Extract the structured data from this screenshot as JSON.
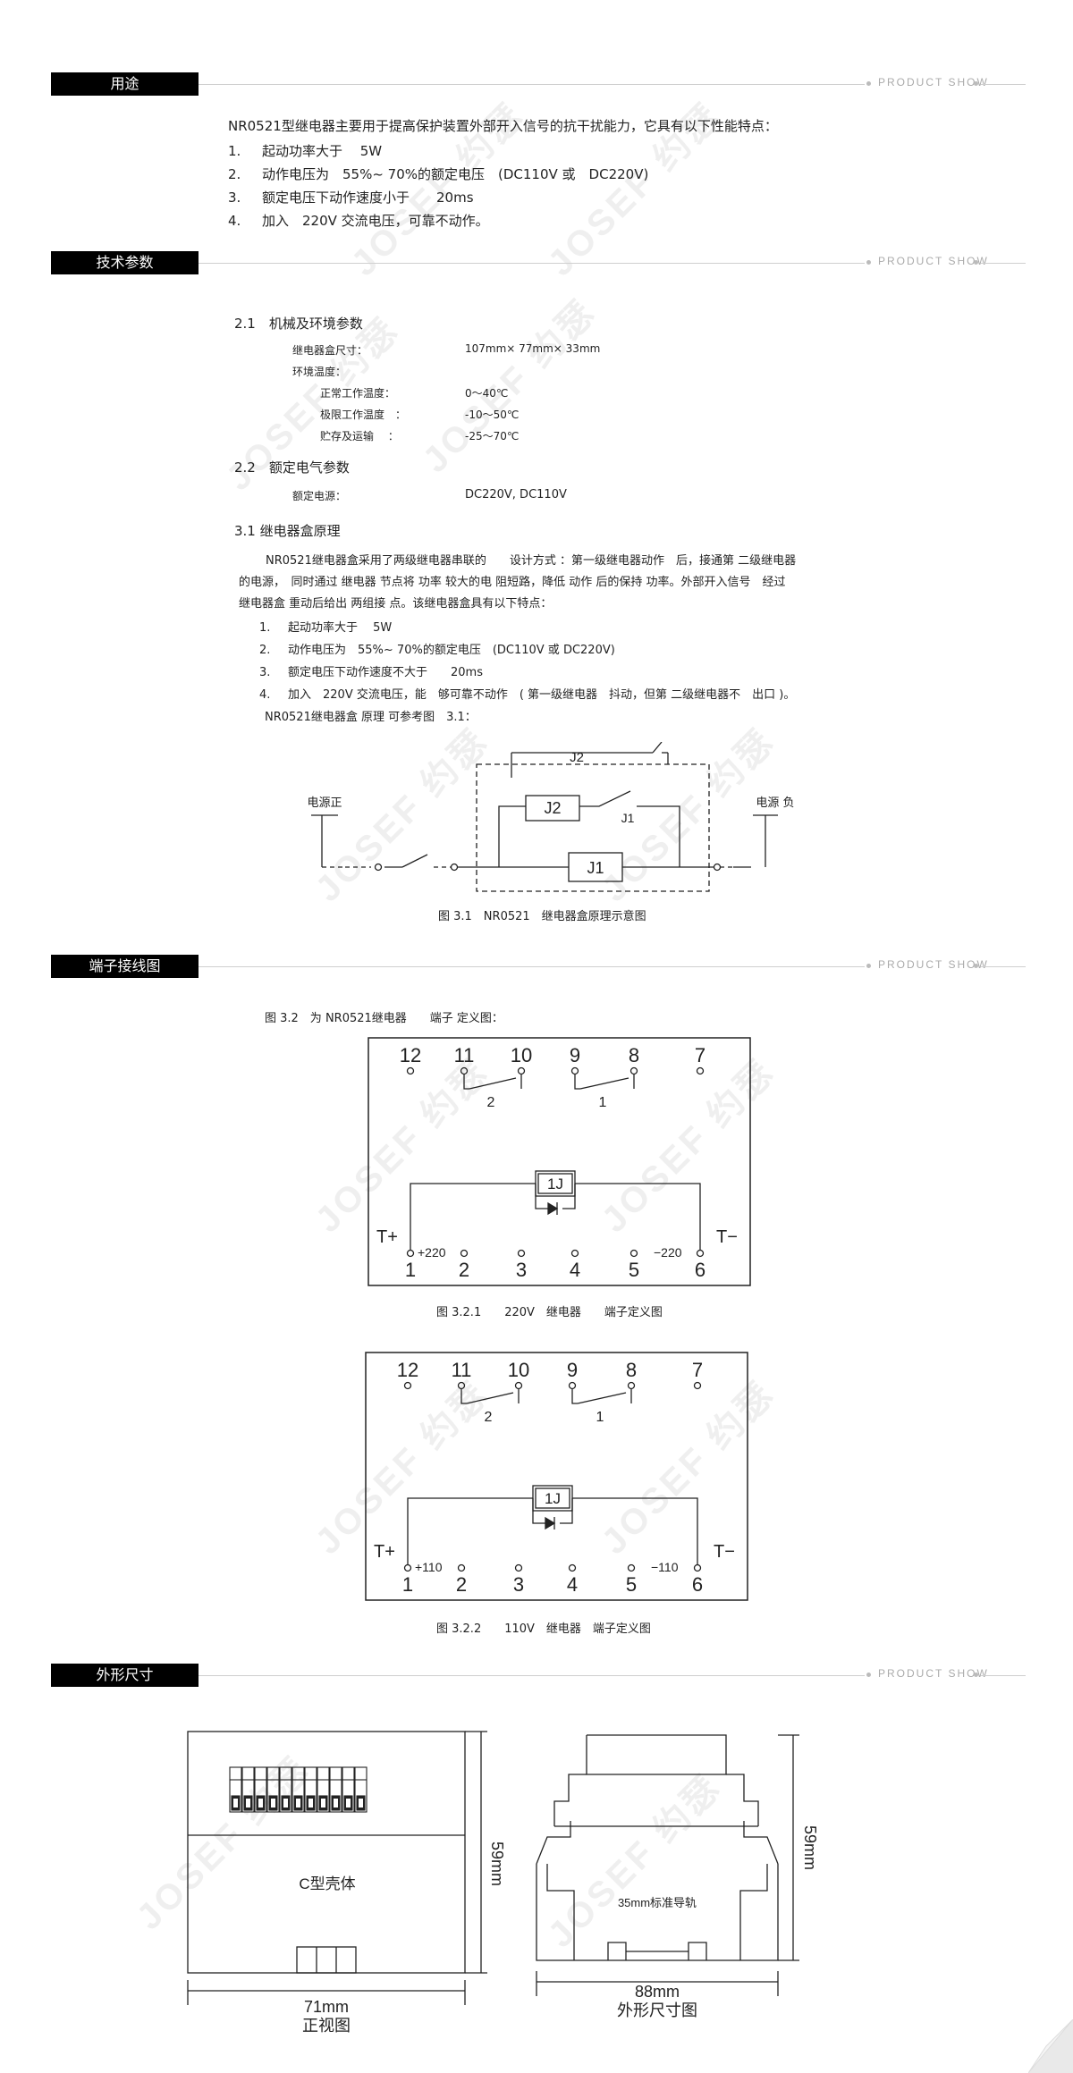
{
  "sections": {
    "usage": {
      "title": "用途",
      "tag": "PRODUCT SHOW",
      "intro": "NR0521型继电器主要用于提高保护装置外部开入信号的抗干扰能力，它具有以下性能特点：",
      "items": [
        {
          "num": "1.",
          "text": "起动功率大于　 5W"
        },
        {
          "num": "2.",
          "text": "动作电压为　55%~ 70%的额定电压　(DC110V 或　DC220V)"
        },
        {
          "num": "3.",
          "text": "额定电压下动作速度小于　　20ms"
        },
        {
          "num": "4.",
          "text": "加入　220V 交流电压，可靠不动作。"
        }
      ]
    },
    "tech": {
      "title": "技术参数",
      "tag": "PRODUCT SHOW",
      "sub1": "2.1　机械及环境参数",
      "box_size_label": "继电器盒尺寸：",
      "box_size_value": "107mm× 77mm× 33mm",
      "env_label": "环境温度：",
      "env_rows": [
        {
          "label": "正常工作温度：",
          "value": "0～40℃"
        },
        {
          "label": "极限工作温度　：",
          "value": "-10～50℃"
        },
        {
          "label": "贮存及运输　 ：",
          "value": "-25～70℃"
        }
      ],
      "sub2": "2.2　额定电气参数",
      "rated_label": "额定电源：",
      "rated_value": "DC220V,  DC110V",
      "sub3": "3.1 继电器盒原理",
      "para_lines": [
        "NR0521继电器盒采用了两级继电器串联的　　设计方式 ：第一级继电器动作　后，接通第 二级继电器",
        "的电源，　同时通过 继电器 节点将 功率 较大的电 阻短路，降低 动作 后的保持 功率。外部开入信号　经过",
        "继电器盒 重动后给出 两组接 点。该继电器盒具有以下特点："
      ],
      "items": [
        {
          "num": "1.",
          "text": "起动功率大于　 5W"
        },
        {
          "num": "2.",
          "text": "动作电压为　55%~ 70%的额定电压　(DC110V 或 DC220V)"
        },
        {
          "num": "3.",
          "text": "额定电压下动作速度不大于　　20ms"
        },
        {
          "num": "4.",
          "text": "加入　220V 交流电压，能　够可靠不动作　( 第一级继电器　抖动，但第 二级继电器不　出口 )。"
        }
      ],
      "ref_line": "NR0521继电器盒 原理 可参考图　3.1：",
      "diagram": {
        "left_label": "电源正",
        "right_label": "电源 负",
        "j2_top": "J2",
        "j2_box": "J2",
        "j1_contact": "J1",
        "j1_box": "J1"
      },
      "caption": "图 3.1　NR0521　继电器盒原理示意图"
    },
    "terminal": {
      "title": "端子接线图",
      "tag": "PRODUCT SHOW",
      "intro": "图 3.2　为 NR0521继电器　　端子 定义图：",
      "top_numbers": [
        "12",
        "11",
        "10",
        "9",
        "8",
        "7"
      ],
      "bottom_numbers": [
        "1",
        "2",
        "3",
        "4",
        "5",
        "6"
      ],
      "contact_labels": [
        "2",
        "1"
      ],
      "coil_label": "1J",
      "t_plus": "T+",
      "t_minus": "T−",
      "diag1": {
        "plus": "+220",
        "minus": "−220"
      },
      "caption1": "图 3.2.1　　220V　继电器　　端子定义图",
      "diag2": {
        "plus": "+110",
        "minus": "−110"
      },
      "caption2": "图 3.2.2　　110V　继电器　端子定义图"
    },
    "dims": {
      "title": "外形尺寸",
      "tag": "PRODUCT SHOW",
      "front": {
        "height": "59mm",
        "shell": "C型壳体",
        "width": "71mm",
        "caption": "正视图"
      },
      "side": {
        "height": "59mm",
        "rail": "35mm标准导轨",
        "width": "88mm",
        "caption": "外形尺寸图"
      }
    }
  },
  "watermark": "JOSEF 约瑟"
}
